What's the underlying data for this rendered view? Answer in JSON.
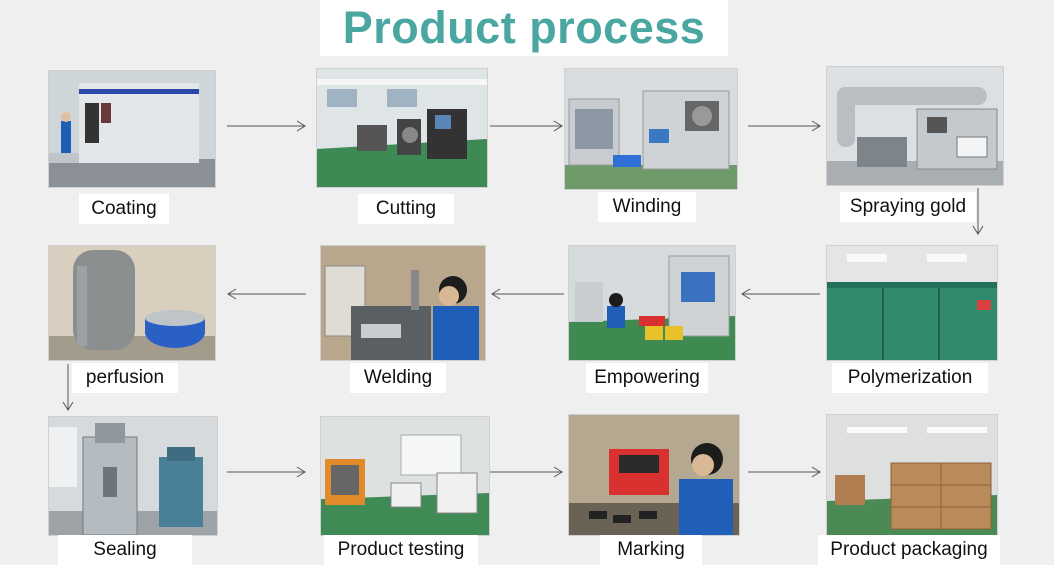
{
  "title": "Product process",
  "colors": {
    "title": "#4aa6a0",
    "arrow": "#555555",
    "label_bg": "#ffffff",
    "page_bg": "#efefef"
  },
  "steps": [
    {
      "label": "Coating",
      "scene": "factory-coating-line"
    },
    {
      "label": "Cutting",
      "scene": "factory-cutting-machines"
    },
    {
      "label": "Winding",
      "scene": "factory-winding-machines"
    },
    {
      "label": "Spraying gold",
      "scene": "factory-spraying-ducts"
    },
    {
      "label": "Polymerization",
      "scene": "factory-green-ovens"
    },
    {
      "label": "Empowering",
      "scene": "factory-worker-station"
    },
    {
      "label": "Welding",
      "scene": "factory-worker-welding"
    },
    {
      "label": "perfusion",
      "scene": "factory-tank"
    },
    {
      "label": "Sealing",
      "scene": "factory-press"
    },
    {
      "label": "Product testing",
      "scene": "factory-test-benches"
    },
    {
      "label": "Marking",
      "scene": "factory-worker-marking"
    },
    {
      "label": "Product packaging",
      "scene": "factory-cartons"
    }
  ]
}
